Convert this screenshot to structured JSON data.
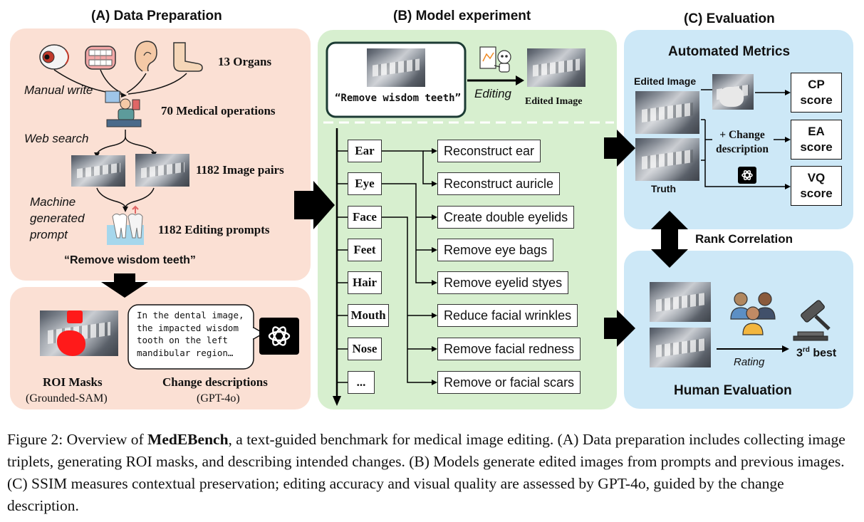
{
  "section_a": {
    "title": "(A) Data Preparation",
    "organs_label": "13 Organs",
    "manual_write": "Manual write",
    "operations_label": "70 Medical operations",
    "web_search": "Web search",
    "pairs_label": "1182 Image pairs",
    "machine_prompt_lines": [
      "Machine",
      "generated",
      "prompt"
    ],
    "prompts_label": "1182 Editing prompts",
    "example_prompt": "“Remove wisdom teeth”",
    "speech_text": "In the dental image, the impacted wisdom tooth on the left mandibular region…",
    "roi_label": "ROI Masks",
    "roi_sub": "(Grounded-SAM)",
    "change_label": "Change descriptions",
    "change_sub": "(GPT-4o)"
  },
  "section_b": {
    "title": "(B) Model experiment",
    "prompt": "“Remove wisdom teeth”",
    "editing": "Editing",
    "edited_image": "Edited Image",
    "organs": [
      "Ear",
      "Eye",
      "Face",
      "Feet",
      "Hair",
      "Mouth",
      "Nose",
      "..."
    ],
    "operations": [
      "Reconstruct ear",
      "Reconstruct auricle",
      "Create double eyelids",
      "Remove eye bags",
      "Remove eyelid styes",
      "Reduce facial wrinkles",
      "Remove facial redness",
      "Remove or facial scars"
    ]
  },
  "section_c": {
    "title": "(C) Evaluation",
    "automated": "Automated Metrics",
    "edited_image": "Edited Image",
    "truth": "Truth",
    "change_desc_lines": [
      "+ Change",
      "description"
    ],
    "scores": [
      [
        "CP",
        "score"
      ],
      [
        "EA",
        "score"
      ],
      [
        "VQ",
        "score"
      ]
    ],
    "rank_corr": "Rank Correlation",
    "rating": "Rating",
    "third_best": "3",
    "third_sup": "rd",
    "third_rest": " best",
    "human_eval": "Human Evaluation"
  },
  "caption": {
    "fig": "Figure 2: Overview of ",
    "bold": "MedEBench",
    "rest": ", a text-guided benchmark for medical image editing. (A) Data preparation includes collecting image triplets, generating ROI masks, and describing intended changes. (B) Models generate edited images from prompts and previous images. (C) SSIM measures contextual preservation; editing accuracy and visual quality are assessed by GPT-4o, guided by the change description."
  },
  "colors": {
    "panel_a": "#fbe0d4",
    "panel_b": "#d7efcf",
    "panel_c": "#cde8f7",
    "accent": "#000000"
  }
}
